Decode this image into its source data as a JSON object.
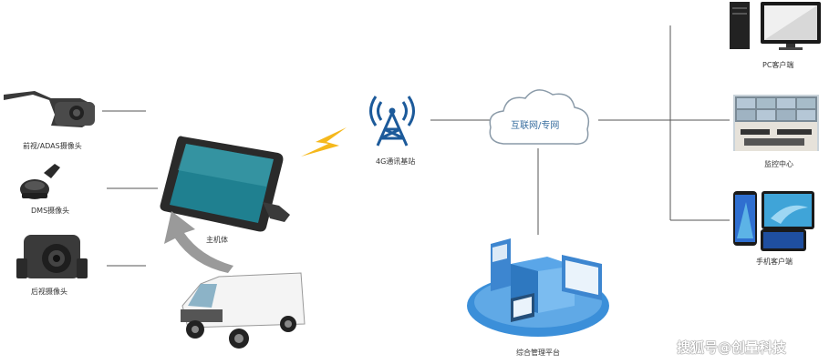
{
  "labels": {
    "front_camera": "前视/ADAS摄像头",
    "dms_camera": "DMS摄像头",
    "rear_camera": "后视摄像头",
    "host": "主机体",
    "base_station": "4G通讯基站",
    "network": "互联网/专网",
    "platform": "综合管理平台",
    "pc_client": "PC客户端",
    "monitor_center": "监控中心",
    "mobile_client": "手机客户端"
  },
  "watermark": "搜狐号@创量科技",
  "colors": {
    "tower_blue": "#1c5a9a",
    "lightning": "#f5b81c",
    "cloud_stroke": "#8a9aa8",
    "platform_blue": "#3b8fd9",
    "mirror_screen": "#1f7f8f",
    "arrow_gray": "#9a9a9a"
  }
}
